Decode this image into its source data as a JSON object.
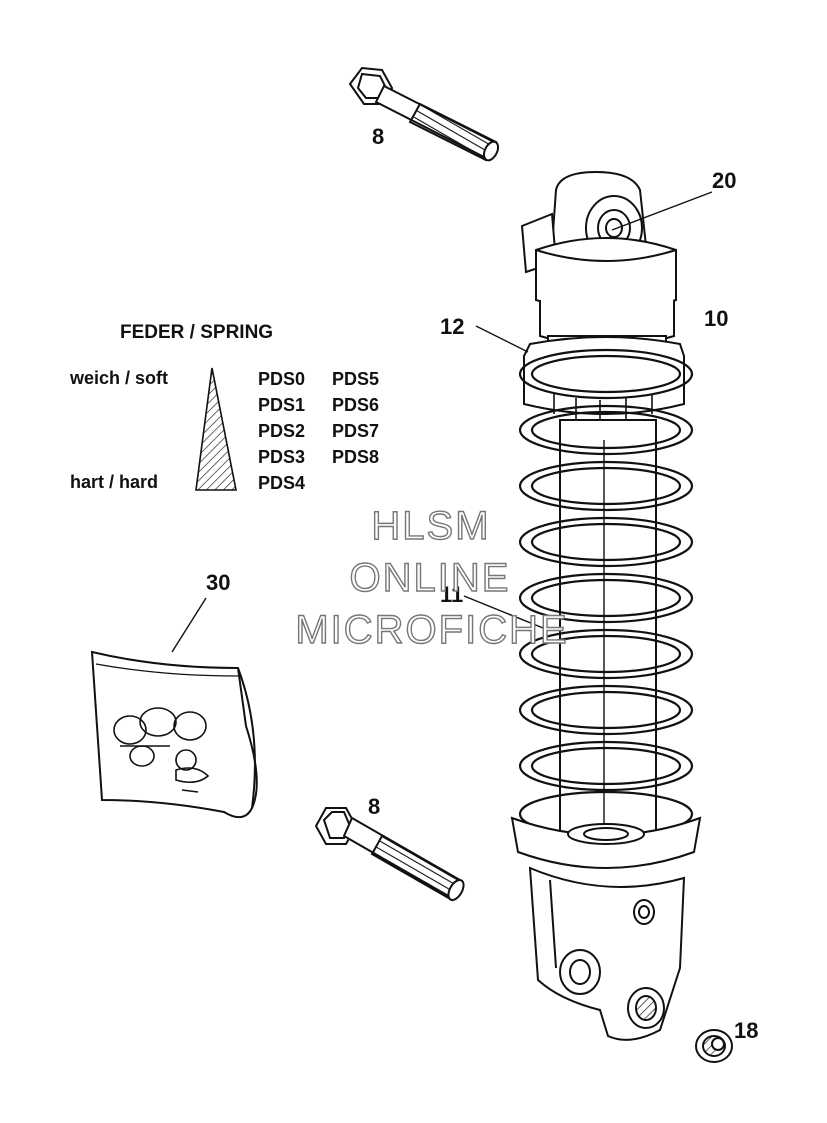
{
  "callouts": {
    "bolt_top": "8",
    "eye_bushing": "20",
    "shock_absorber": "10",
    "adjuster_ring": "12",
    "spring": "11",
    "bolt_bottom": "8",
    "bushing": "18",
    "spring_package": "30"
  },
  "legend": {
    "title": "FEDER / SPRING",
    "soft_label": "weich / soft",
    "hard_label": "hart / hard",
    "col1": [
      "PDS0",
      "PDS1",
      "PDS2",
      "PDS3",
      "PDS4"
    ],
    "col2": [
      "PDS5",
      "PDS6",
      "PDS7",
      "PDS8"
    ]
  },
  "watermark": {
    "line1": "HLSM",
    "line2": "ONLINE",
    "line3": "MICROFICHE"
  }
}
